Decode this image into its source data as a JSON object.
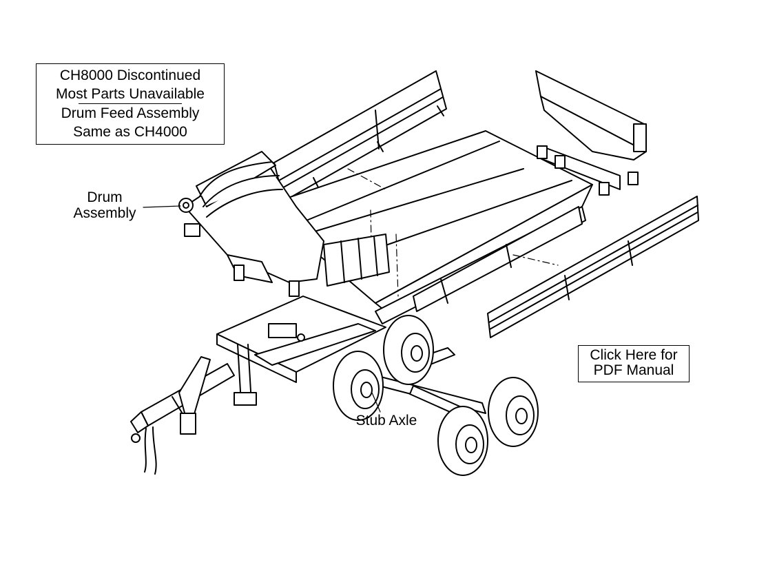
{
  "notice": {
    "line1": "CH8000 Discontinued",
    "line2": "Most Parts Unavailable",
    "line3": "Drum Feed Assembly",
    "line4": "Same as CH4000"
  },
  "labels": {
    "drum_line1": "Drum",
    "drum_line2": "Assembly",
    "stub_axle": "Stub Axle"
  },
  "manual_link": {
    "line1": "Click Here for",
    "line2": "PDF Manual"
  },
  "colors": {
    "line": "#000000",
    "background": "#ffffff",
    "fill": "#ffffff"
  }
}
